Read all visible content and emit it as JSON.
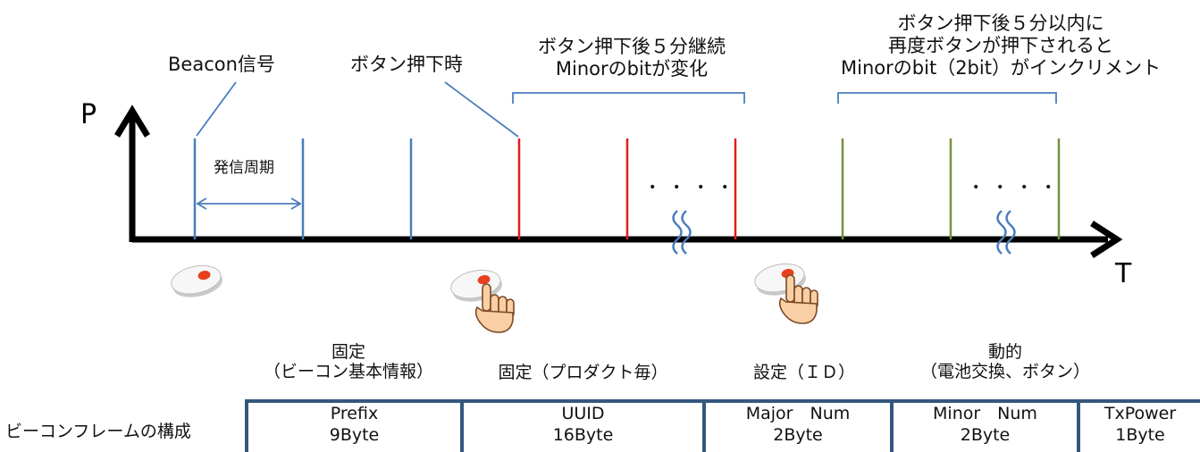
{
  "axis": {
    "y_label": "P",
    "x_label": "T"
  },
  "callouts": {
    "beacon_signal": "Beacon信号",
    "period": "発信周期",
    "button_pressed": "ボタン押下時",
    "after_press": [
      "ボタン押下後５分継続",
      "Minorのbitが変化"
    ],
    "repress": [
      "ボタン押下後５分以内に",
      "再度ボタンが押下されると",
      "Minorのbit（2bit）がインクリメント"
    ],
    "ellipsis": "．．．．"
  },
  "frame": {
    "row_label": "ビーコンフレームの構成",
    "groups": [
      [
        "固定",
        "（ビーコン基本情報）"
      ],
      [
        "固定（プロダクト毎）"
      ],
      [
        "設定（ＩＤ）"
      ],
      [
        "動的",
        "（電池交換、ボタン）"
      ]
    ],
    "cells": [
      {
        "name": "Prefix",
        "size": "9Byte"
      },
      {
        "name": "UUID",
        "size": "16Byte"
      },
      {
        "name": "Major　Num",
        "size": "2Byte"
      },
      {
        "name": "Minor　Num",
        "size": "2Byte"
      },
      {
        "name": "TxPower",
        "size": "1Byte"
      }
    ]
  },
  "colors": {
    "normal_pulse": "#4a7ebb",
    "pressed_pulse": "#e31c1c",
    "incremented_pulse": "#77933c",
    "axis": "#000000",
    "table_border": "#35577e"
  }
}
